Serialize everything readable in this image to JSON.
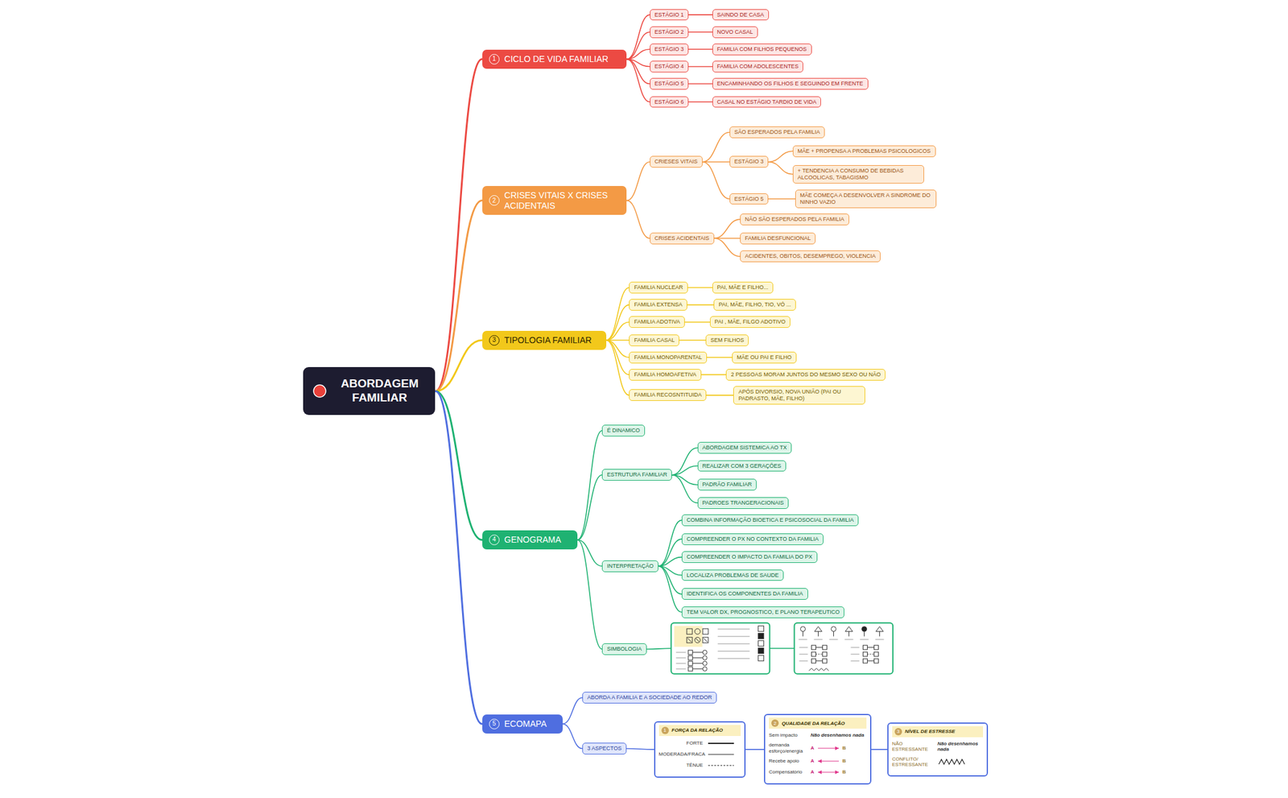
{
  "diagram": {
    "nodes": [
      {
        "text": [
          "ABORDAGEM FAMILIAR"
        ]
      },
      {
        "text": [
          "1",
          "CICLO DE VIDA FAMILIAR"
        ]
      },
      {
        "text": [
          "ESTÁGIO 1"
        ]
      },
      {
        "text": [
          "SAINDO DE CASA"
        ]
      },
      {
        "text": [
          "ESTÁGIO 2"
        ]
      },
      {
        "text": [
          "NOVO CASAL"
        ]
      },
      {
        "text": [
          "ESTÁGIO 3"
        ]
      },
      {
        "text": [
          "FAMILIA COM FILHOS PEQUENOS"
        ]
      },
      {
        "text": [
          "ESTÁGIO 4"
        ]
      },
      {
        "text": [
          "FAMILIA COM ADOLESCENTES"
        ]
      },
      {
        "text": [
          "ESTÁGIO 5"
        ]
      },
      {
        "text": [
          "ENCAMINHANDO OS FILHOS E SEGUINDO EM FRENTE"
        ]
      },
      {
        "text": [
          "ESTÁGIO 6"
        ]
      },
      {
        "text": [
          "CASAL NO ESTÁGIO TARDIO DE VIDA"
        ]
      },
      {
        "text": [
          "2",
          "CRISES VITAIS X CRISES ACIDENTAIS"
        ]
      },
      {
        "text": [
          "CRIESES VITAIS"
        ]
      },
      {
        "text": [
          "SÃO ESPERADOS PELA FAMILIA"
        ]
      },
      {
        "text": [
          "ESTÁGIO 3"
        ]
      },
      {
        "text": [
          "MÃE + PROPENSA A PROBLEMAS PSICOLOGICOS"
        ]
      },
      {
        "text": [
          "+ TENDENCIA A CONSUMO DE BEBIDAS ALCOOLICAS, TABAGISMO"
        ]
      },
      {
        "text": [
          "ESTÁGIO 5"
        ]
      },
      {
        "text": [
          "MÃE COMEÇA A DESENVOLVER A SINDROME DO NINHO VAZIO"
        ]
      },
      {
        "text": [
          "CRISES ACIDENTAIS"
        ]
      },
      {
        "text": [
          "NÃO SÃO ESPERADOS PELA FAMILIA"
        ]
      },
      {
        "text": [
          "FAMILIA DESFUNCIONAL"
        ]
      },
      {
        "text": [
          "ACIDENTES, OBITOS, DESEMPREGO, VIOLENCIA"
        ]
      },
      {
        "text": [
          "3",
          "TIPOLOGIA FAMILIAR"
        ]
      },
      {
        "text": [
          "FAMILIA NUCLEAR"
        ]
      },
      {
        "text": [
          "PAI, MÃE E FILHO..."
        ]
      },
      {
        "text": [
          "FAMILIA EXTENSA"
        ]
      },
      {
        "text": [
          "PAI, MÃE, FILHO, TIO, VÓ ..."
        ]
      },
      {
        "text": [
          "FAMILIA ADOTIVA"
        ]
      },
      {
        "text": [
          "PAI , MÃE, FILGO ADOTIVO"
        ]
      },
      {
        "text": [
          "FAMILIA CASAL"
        ]
      },
      {
        "text": [
          "SEM FILHOS"
        ]
      },
      {
        "text": [
          "FAMILIA MONOPARENTAL"
        ]
      },
      {
        "text": [
          "MÃE OU PAI E FILHO"
        ]
      },
      {
        "text": [
          "FAMILIA HOMOAFETIVA"
        ]
      },
      {
        "text": [
          "2 PESSOAS MORAM JUNTOS DO MESMO SEXO OU NÃO"
        ]
      },
      {
        "text": [
          "FAMILIA RECOSNTITUIDA"
        ]
      },
      {
        "text": [
          "APÓS DIVORSIO, NOVA UNIÃO (PAI OU PADRASTO, MÃE, FILHO)"
        ]
      },
      {
        "text": [
          "4",
          "GENOGRAMA"
        ]
      },
      {
        "text": [
          "É DINAMICO"
        ]
      },
      {
        "text": [
          "ESTRUTURA FAMILIAR"
        ]
      },
      {
        "text": [
          "ABORDAGEM SISTEMICA AO TX"
        ]
      },
      {
        "text": [
          "REALIZAR COM 3 GERAÇÕES"
        ]
      },
      {
        "text": [
          "PADRÃO FAMILIAR"
        ]
      },
      {
        "text": [
          "PADROES TRANGERACIONAIS"
        ]
      },
      {
        "text": [
          "INTERPRETAÇÃO"
        ]
      },
      {
        "text": [
          "COMBINA INFORMAÇÃO BIOETICA E PSICOSOCIAL DA FAMILIA"
        ]
      },
      {
        "text": [
          "COMPREENDER O PX NO CONTEXTO DA FAMILIA"
        ]
      },
      {
        "text": [
          "COMPREENDER O IMPACTO DA FAMILIA DO PX"
        ]
      },
      {
        "text": [
          "LOCALIZA PROBLEMAS DE SAUDE"
        ]
      },
      {
        "text": [
          "IDENTIFICA OS COMPONENTES DA FAMILIA"
        ]
      },
      {
        "text": [
          "TEM VALOR DX, PROGNOSTICO, E PLANO TERAPEUTICO"
        ]
      },
      {
        "text": [
          "SIMBOLOGIA"
        ]
      },
      {
        "text": [
          "5",
          "ECOMAPA"
        ]
      },
      {
        "text": [
          "ABORDA A FAMILIA E A SOCIEDADE AO REDOR"
        ]
      },
      {
        "text": [
          "3 ASPECTOS"
        ]
      },
      {
        "text": [
          "1",
          "FORÇA DA RELAÇÃO",
          "FORTE",
          "MODERADA/FRACA",
          "TÊNUE"
        ]
      },
      {
        "text": [
          "2",
          "QUALIDADE DA RELAÇÃO",
          "Sem impacto",
          "Não desenhamos nada",
          "demanda esforço/energia",
          "A",
          "B",
          "Recebe apoio",
          "A",
          "B",
          "Compensatório",
          "A",
          "B"
        ]
      },
      {
        "text": [
          "3",
          "NÍVEL DE ESTRESSE",
          "NÃO ESTRESSANTE",
          "Não desenhamos nada",
          "CONFLITO/ ESTRESSANTE"
        ]
      }
    ],
    "edges": [
      {
        "from": 0,
        "to": 1,
        "arrow": "none"
      },
      {
        "from": 0,
        "to": 14,
        "arrow": "none"
      },
      {
        "from": 0,
        "to": 26,
        "arrow": "none"
      },
      {
        "from": 0,
        "to": 41,
        "arrow": "none"
      },
      {
        "from": 0,
        "to": 56,
        "arrow": "none"
      },
      {
        "from": 1,
        "to": 2,
        "arrow": "none"
      },
      {
        "from": 2,
        "to": 3,
        "arrow": "none"
      },
      {
        "from": 1,
        "to": 4,
        "arrow": "none"
      },
      {
        "from": 4,
        "to": 5,
        "arrow": "none"
      },
      {
        "from": 1,
        "to": 6,
        "arrow": "none"
      },
      {
        "from": 6,
        "to": 7,
        "arrow": "none"
      },
      {
        "from": 1,
        "to": 8,
        "arrow": "none"
      },
      {
        "from": 8,
        "to": 9,
        "arrow": "none"
      },
      {
        "from": 1,
        "to": 10,
        "arrow": "none"
      },
      {
        "from": 10,
        "to": 11,
        "arrow": "none"
      },
      {
        "from": 1,
        "to": 12,
        "arrow": "none"
      },
      {
        "from": 12,
        "to": 13,
        "arrow": "none"
      },
      {
        "from": 14,
        "to": 15,
        "arrow": "none"
      },
      {
        "from": 15,
        "to": 16,
        "arrow": "none"
      },
      {
        "from": 15,
        "to": 17,
        "arrow": "none"
      },
      {
        "from": 17,
        "to": 18,
        "arrow": "none"
      },
      {
        "from": 17,
        "to": 19,
        "arrow": "none"
      },
      {
        "from": 15,
        "to": 20,
        "arrow": "none"
      },
      {
        "from": 20,
        "to": 21,
        "arrow": "none"
      },
      {
        "from": 14,
        "to": 22,
        "arrow": "none"
      },
      {
        "from": 22,
        "to": 23,
        "arrow": "none"
      },
      {
        "from": 22,
        "to": 24,
        "arrow": "none"
      },
      {
        "from": 22,
        "to": 25,
        "arrow": "none"
      },
      {
        "from": 26,
        "to": 27,
        "arrow": "none"
      },
      {
        "from": 27,
        "to": 28,
        "arrow": "none"
      },
      {
        "from": 26,
        "to": 29,
        "arrow": "none"
      },
      {
        "from": 29,
        "to": 30,
        "arrow": "none"
      },
      {
        "from": 26,
        "to": 31,
        "arrow": "none"
      },
      {
        "from": 31,
        "to": 32,
        "arrow": "none"
      },
      {
        "from": 26,
        "to": 33,
        "arrow": "none"
      },
      {
        "from": 33,
        "to": 34,
        "arrow": "none"
      },
      {
        "from": 26,
        "to": 35,
        "arrow": "none"
      },
      {
        "from": 35,
        "to": 36,
        "arrow": "none"
      },
      {
        "from": 26,
        "to": 37,
        "arrow": "none"
      },
      {
        "from": 37,
        "to": 38,
        "arrow": "none"
      },
      {
        "from": 26,
        "to": 39,
        "arrow": "none"
      },
      {
        "from": 39,
        "to": 40,
        "arrow": "none"
      },
      {
        "from": 41,
        "to": 42,
        "arrow": "none"
      },
      {
        "from": 41,
        "to": 43,
        "arrow": "none"
      },
      {
        "from": 43,
        "to": 44,
        "arrow": "none"
      },
      {
        "from": 43,
        "to": 45,
        "arrow": "none"
      },
      {
        "from": 43,
        "to": 46,
        "arrow": "none"
      },
      {
        "from": 43,
        "to": 47,
        "arrow": "none"
      },
      {
        "from": 41,
        "to": 48,
        "arrow": "none"
      },
      {
        "from": 48,
        "to": 49,
        "arrow": "none"
      },
      {
        "from": 48,
        "to": 50,
        "arrow": "none"
      },
      {
        "from": 48,
        "to": 51,
        "arrow": "none"
      },
      {
        "from": 48,
        "to": 52,
        "arrow": "none"
      },
      {
        "from": 48,
        "to": 53,
        "arrow": "none"
      },
      {
        "from": 48,
        "to": 54,
        "arrow": "none"
      },
      {
        "from": 41,
        "to": 55,
        "arrow": "none"
      },
      {
        "from": 56,
        "to": 57,
        "arrow": "none"
      },
      {
        "from": 56,
        "to": 58,
        "arrow": "none"
      },
      {
        "from": 58,
        "to": 59,
        "arrow": "none"
      },
      {
        "from": 59,
        "to": 60,
        "arrow": "none"
      },
      {
        "from": 60,
        "to": 61,
        "arrow": "none"
      }
    ]
  }
}
